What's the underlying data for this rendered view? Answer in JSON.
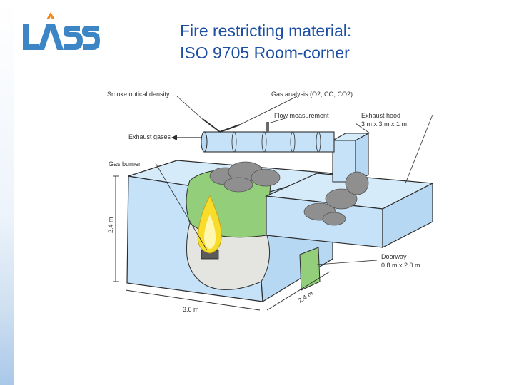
{
  "slide": {
    "logo_text": "LASS",
    "title_line1": "Fire restricting material:",
    "title_line2": "ISO 9705 Room-corner"
  },
  "diagram": {
    "labels": {
      "smoke_optical_density": "Smoke optical density",
      "gas_analysis": "Gas analysis (O2, CO, CO2)",
      "flow_measurement": "Flow measurement",
      "exhaust_hood": "Exhaust hood",
      "exhaust_hood_size": "3 m x 3 m x 1 m",
      "exhaust_gases": "Exhaust gases",
      "gas_burner": "Gas burner",
      "height": "2.4 m",
      "doorway": "Doorway",
      "doorway_size": "0.8 m x 2.0 m",
      "width": "3.6 m",
      "depth": "2.4 m"
    },
    "colors": {
      "room_wall": "#c6e2f8",
      "room_wall_outline": "#2d2d2d",
      "cutaway_wall": "#93cf7a",
      "cutaway_floor": "#e4e4e0",
      "flame_outer": "#f7dd2a",
      "flame_inner": "#fff7b0",
      "smoke": "#8f8f8f",
      "duct": "#c6e2f8"
    }
  }
}
